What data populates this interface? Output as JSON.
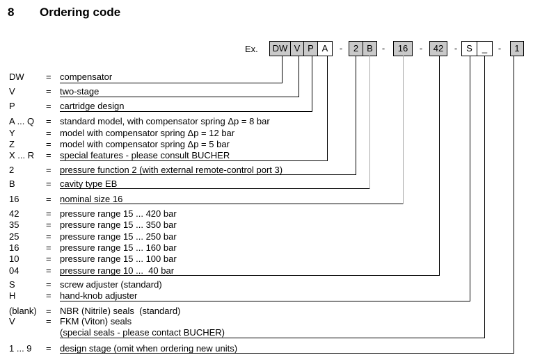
{
  "title": {
    "number": "8",
    "text": "Ordering code"
  },
  "example": {
    "label": "Ex.",
    "segments": [
      {
        "type": "box",
        "text": "DW",
        "filled": true
      },
      {
        "type": "box",
        "text": "V",
        "filled": true
      },
      {
        "type": "box",
        "text": "P",
        "filled": true
      },
      {
        "type": "box",
        "text": "A",
        "filled": false
      },
      {
        "type": "dash",
        "text": "-"
      },
      {
        "type": "box",
        "text": "2",
        "filled": true
      },
      {
        "type": "box",
        "text": "B",
        "filled": true
      },
      {
        "type": "dash",
        "text": "-"
      },
      {
        "type": "box",
        "text": "16",
        "filled": true
      },
      {
        "type": "dash",
        "text": "-"
      },
      {
        "type": "box",
        "text": "42",
        "filled": true
      },
      {
        "type": "dash",
        "text": "-"
      },
      {
        "type": "box",
        "text": "S",
        "filled": false
      },
      {
        "type": "box",
        "text": "_",
        "filled": false
      },
      {
        "type": "dash",
        "text": "-"
      },
      {
        "type": "box",
        "text": "1",
        "filled": true
      }
    ]
  },
  "rows": [
    {
      "code": "DW",
      "eq": "=",
      "text": "compensator"
    },
    {
      "code": "V",
      "eq": "=",
      "text": "two-stage"
    },
    {
      "code": "P",
      "eq": "=",
      "text": "cartridge design"
    },
    {
      "code": "A ... Q",
      "eq": "=",
      "text": "standard model, with compensator spring Δp = 8 bar"
    },
    {
      "code": "Y",
      "eq": "=",
      "text": "model with compensator spring Δp = 12 bar"
    },
    {
      "code": "Z",
      "eq": "=",
      "text": "model with compensator spring Δp = 5 bar"
    },
    {
      "code": "X ... R",
      "eq": "=",
      "text": "special features - please consult BUCHER"
    },
    {
      "code": "2",
      "eq": "=",
      "text": "pressure function 2 (with external remote-control port 3)"
    },
    {
      "code": "B",
      "eq": "=",
      "text": "cavity type EB"
    },
    {
      "code": "16",
      "eq": "=",
      "text": "nominal size 16"
    },
    {
      "code": "42",
      "eq": "=",
      "text": "pressure range 15 ... 420 bar"
    },
    {
      "code": "35",
      "eq": "=",
      "text": "pressure range 15 ... 350 bar"
    },
    {
      "code": "25",
      "eq": "=",
      "text": "pressure range 15 ... 250 bar"
    },
    {
      "code": "16",
      "eq": "=",
      "text": "pressure range 15 ... 160 bar"
    },
    {
      "code": "10",
      "eq": "=",
      "text": "pressure range 15 ... 100 bar"
    },
    {
      "code": "04",
      "eq": "=",
      "text": "pressure range 10 ...  40 bar"
    },
    {
      "code": "S",
      "eq": "=",
      "text": "screw adjuster (standard)"
    },
    {
      "code": "H",
      "eq": "=",
      "text": "hand-knob adjuster"
    },
    {
      "code": "(blank)",
      "eq": "=",
      "text": "NBR (Nitrile) seals  (standard)"
    },
    {
      "code": "V",
      "eq": "=",
      "text": "FKM (Viton) seals"
    },
    {
      "code": "",
      "eq": "",
      "text": "(special seals - please contact BUCHER)"
    },
    {
      "code": "1 ... 9",
      "eq": "=",
      "text": "design stage (omit when ordering new units)"
    }
  ],
  "colors": {
    "box_fill": "#c9c9c9",
    "line": "#000000",
    "gray_line": "#a8a8a8"
  }
}
